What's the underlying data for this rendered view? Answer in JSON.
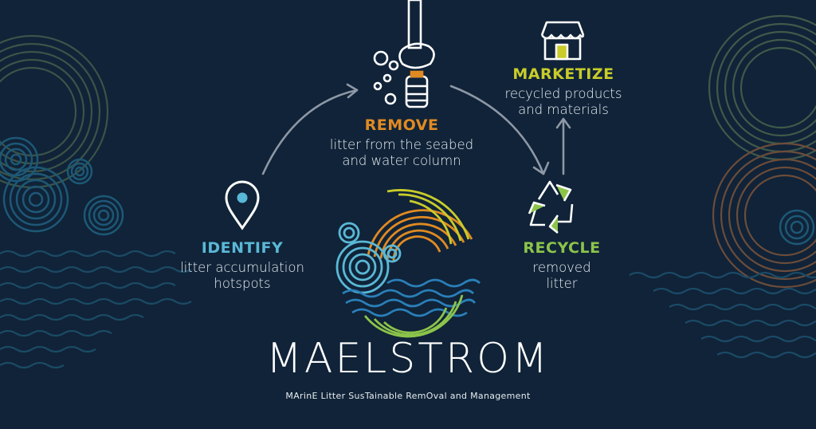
{
  "colors": {
    "background": "#102338",
    "identify": "#5ab8d6",
    "remove": "#e08a22",
    "recycle": "#8cc44a",
    "marketize": "#c9cc2a",
    "arrow": "#8e98a6"
  },
  "steps": [
    {
      "id": "identify",
      "title": "IDENTIFY",
      "lines": [
        "litter accumulation",
        "hotspots"
      ],
      "icon": "location-pin-icon"
    },
    {
      "id": "remove",
      "title": "REMOVE",
      "lines": [
        "litter from the seabed",
        "and water column"
      ],
      "icon": "underwater-pickup-icon"
    },
    {
      "id": "recycle",
      "title": "RECYCLE",
      "lines": [
        "removed",
        "litter"
      ],
      "icon": "recycle-icon"
    },
    {
      "id": "marketize",
      "title": "MARKETIZE",
      "lines": [
        "recycled products",
        "and materials"
      ],
      "icon": "shop-icon"
    }
  ],
  "brand": {
    "name": "MAELSTROM",
    "tagline": "MArinE Litter SusTainable RemOval and Management"
  }
}
